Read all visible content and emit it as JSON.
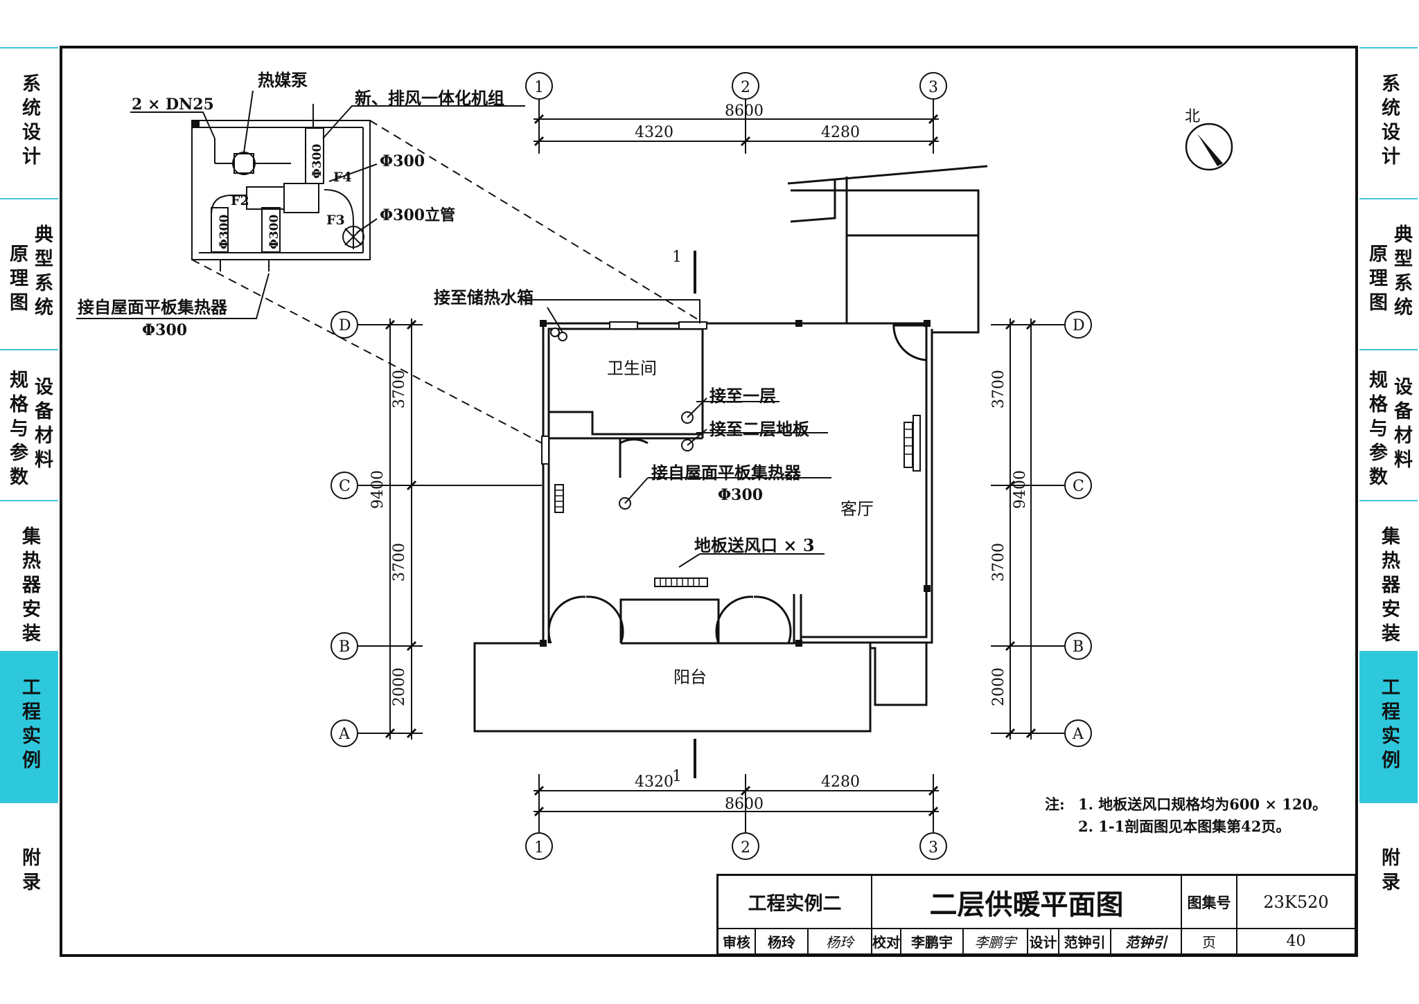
{
  "tabs": [
    {
      "left": "",
      "right": "系统设计"
    },
    {
      "left": "原理图",
      "right": "典型系统"
    },
    {
      "left": "规格与参数",
      "right": "设备材料"
    },
    {
      "left": "",
      "right": "集热器安装"
    },
    {
      "left": "",
      "right": "工程实例"
    },
    {
      "left": "",
      "right": "附录"
    }
  ],
  "active_tab": 4,
  "colors": {
    "tab_active": "#2ec8dc",
    "tab_line": "#3cc6d8",
    "ink": "#111111"
  },
  "plan": {
    "north": "北",
    "axes_h": [
      "1",
      "2",
      "3"
    ],
    "axes_v": [
      "A",
      "B",
      "C",
      "D"
    ],
    "dims_h": {
      "total": "8600",
      "part1": "4320",
      "part2": "4280"
    },
    "dims_v": {
      "total": "9400",
      "d1": "3700",
      "d2": "3700",
      "d3": "2000"
    },
    "section_mark": "1",
    "rooms": {
      "bath": "卫生间",
      "living": "客厅",
      "balcony": "阳台"
    },
    "labels": {
      "to_tank": "接至储热水箱",
      "to_floor1": "接至一层",
      "to_floor2": "接至二层地板",
      "from_roof": "接自屋面平板集热器",
      "phi300": "Φ300",
      "vents": "地板送风口 × 3"
    },
    "detail": {
      "pipes": "2 × DN25",
      "pump": "热媒泵",
      "unit": "新、排风一体化机组",
      "phi300": "Φ300",
      "riser": "Φ300立管",
      "from_roof": "接自屋面平板集热器",
      "phi300_b": "Φ300",
      "f2": "F2",
      "f3": "F3",
      "f4": "F4",
      "v1": "Φ300",
      "v2": "Φ300",
      "v3": "Φ300"
    }
  },
  "notes": {
    "prefix": "注:",
    "line1": "1. 地板送风口规格均为600 × 120。",
    "line2": "2. 1-1剖面图见本图集第42页。"
  },
  "title_block": {
    "project": "工程实例二",
    "title": "二层供暖平面图",
    "atlas_label": "图集号",
    "atlas_no": "23K520",
    "review_label": "审核",
    "reviewer": "杨玲",
    "reviewer_sig": "杨玲",
    "check_label": "校对",
    "checker": "李鹏宇",
    "checker_sig": "李鹏宇",
    "design_label": "设计",
    "designer": "范钟引",
    "designer_sig": "范钟引",
    "page_label": "页",
    "page_no": "40"
  }
}
